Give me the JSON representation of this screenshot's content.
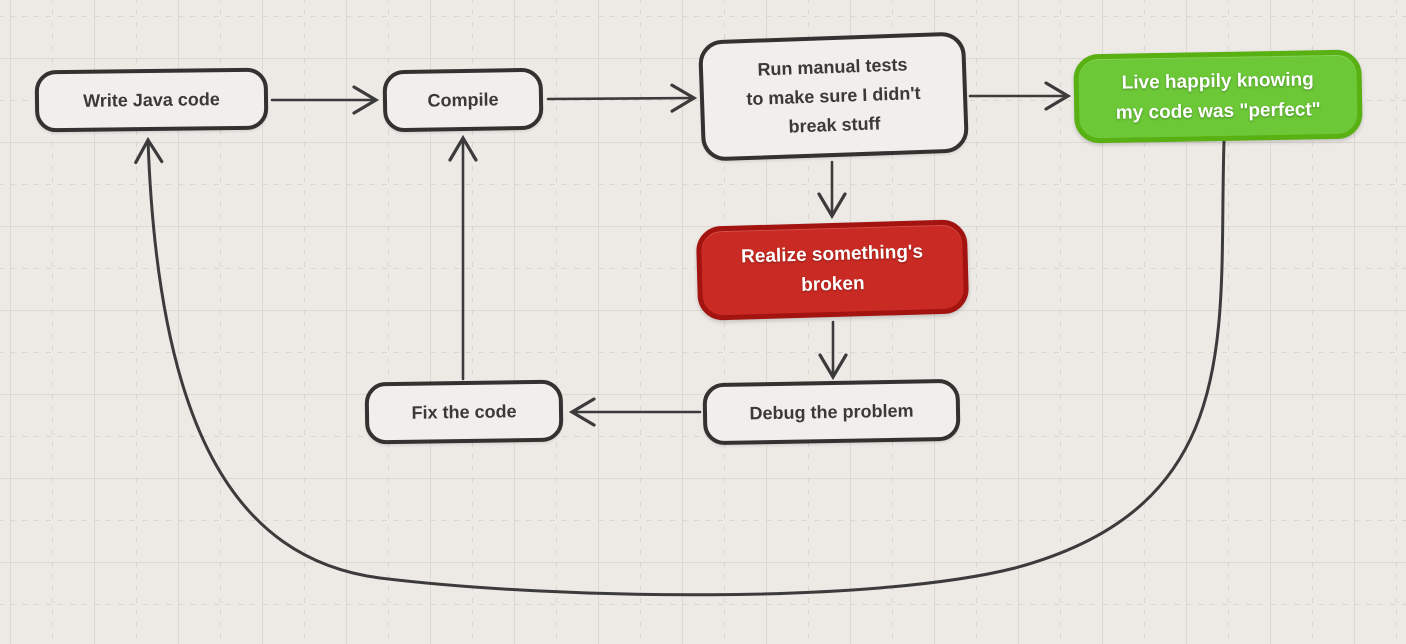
{
  "diagram": {
    "nodes": {
      "write_java": {
        "label": "Write Java code"
      },
      "compile": {
        "label": "Compile"
      },
      "run_tests": {
        "label": "Run manual tests\nto make sure I didn't\nbreak stuff"
      },
      "live_happily": {
        "label": "Live happily knowing\nmy code was \"perfect\""
      },
      "realize_broken": {
        "label": "Realize something's\nbroken"
      },
      "fix_code": {
        "label": "Fix the code"
      },
      "debug_problem": {
        "label": "Debug the problem"
      }
    },
    "edges": [
      {
        "from": "write_java",
        "to": "compile"
      },
      {
        "from": "compile",
        "to": "run_tests"
      },
      {
        "from": "run_tests",
        "to": "live_happily"
      },
      {
        "from": "run_tests",
        "to": "realize_broken"
      },
      {
        "from": "realize_broken",
        "to": "debug_problem"
      },
      {
        "from": "debug_problem",
        "to": "fix_code"
      },
      {
        "from": "fix_code",
        "to": "compile"
      },
      {
        "from": "live_happily",
        "to": "write_java"
      }
    ],
    "colors": {
      "background": "#edeae6",
      "grid_solid": "#dcd9d4",
      "grid_dashed": "#d9d6d1",
      "node_border": "#333231",
      "node_fill": "#f1efeb",
      "node_text": "#3b3a39",
      "connector": "#3b3b3b",
      "success_fill": "#6cc837",
      "success_border": "#58b013",
      "danger_fill": "#c92a23",
      "danger_border": "#a31310",
      "status_text": "#ffffff"
    }
  }
}
